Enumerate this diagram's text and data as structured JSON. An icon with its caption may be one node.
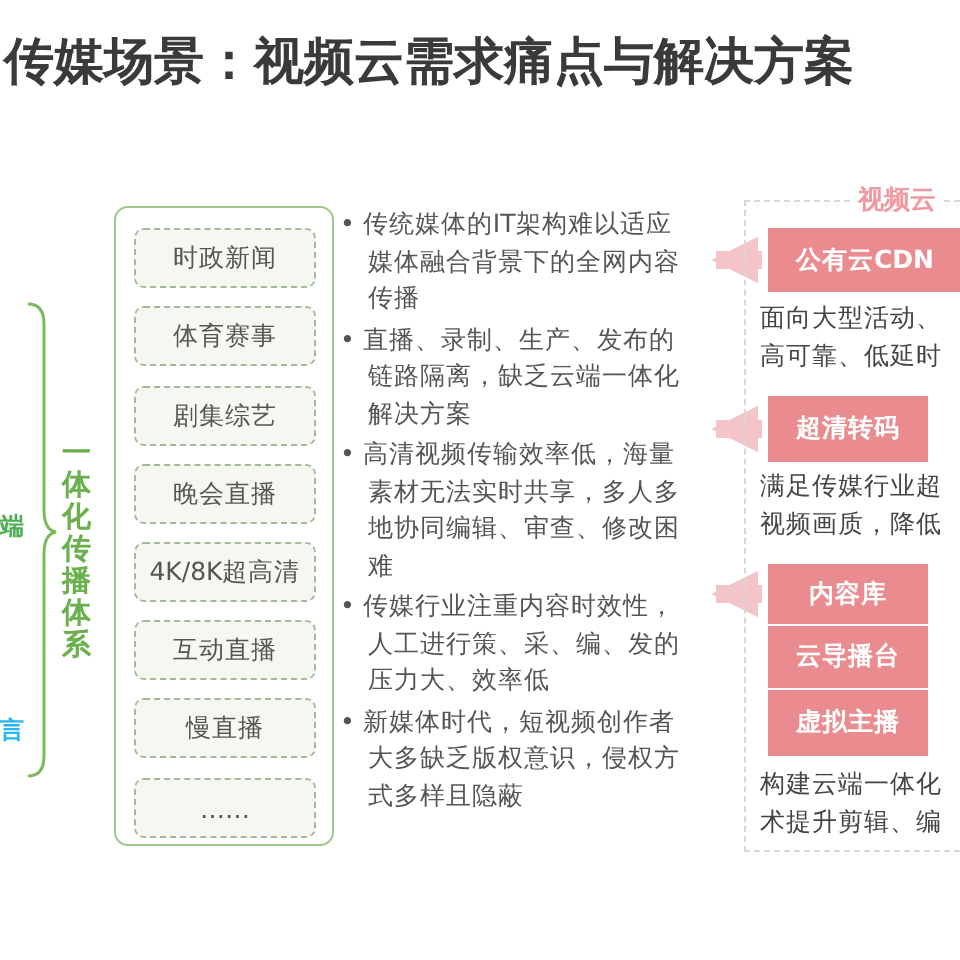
{
  "diagram": {
    "title": "传媒场景：视频云需求痛点与解决方案",
    "nodes": [
      {
        "text": [],
        "shape": "box"
      },
      {
        "text": [
          "时政新闻"
        ],
        "in": 0
      },
      {
        "text": [
          "体育赛事"
        ],
        "in": 0
      },
      {
        "text": [
          "剧集综艺"
        ],
        "in": 0
      },
      {
        "text": [
          "晚会直播"
        ],
        "in": 0
      },
      {
        "text": [
          "4K/8K超高清"
        ],
        "in": 0
      },
      {
        "text": [
          "互动直播"
        ],
        "in": 0
      },
      {
        "text": [
          "慢直播"
        ],
        "in": 0
      },
      {
        "text": [
          "……"
        ],
        "in": 0
      },
      {
        "text": [
          "• 传统媒体的IT架构难以适应媒体融合背景下的全网内容传播",
          "• 直播、录制、生产、发布的链路隔离，缺乏云端一体化解决方案",
          "• 高清视频传输效率低，海量素材无法实时共享，多人多地协同编辑、审查、修改困难",
          "• 传媒行业注重内容时效性，人工进行策、采、编、发的压力大、效率低",
          "• 新媒体时代，短视频创作者大多缺乏版权意识，侵权方式多样且隐蔽"
        ]
      },
      {
        "text": [
          "视频云"
        ]
      },
      {
        "text": [
          "公有云CDN"
        ],
        "in": 10,
        "beside": [
          "面向大型活动、高可靠、低延时"
        ]
      },
      {
        "text": [
          "超清转码"
        ],
        "in": 10,
        "beside": [
          "满足传媒行业超视频画质，降低"
        ]
      },
      {
        "text": [
          "内容库"
        ],
        "in": 10
      },
      {
        "text": [
          "云导播台"
        ],
        "in": 10
      },
      {
        "text": [
          "虚拟主播"
        ],
        "in": 10,
        "beside": [
          "构建云端一体化术提升剪辑、编"
        ]
      }
    ],
    "edges": [
      {
        "from": 11,
        "to": 9,
        "arrow": "to"
      },
      {
        "from": 12,
        "to": 9,
        "arrow": "to"
      },
      {
        "from": 13,
        "to": 9,
        "arrow": "to"
      }
    ],
    "labels": [
      "端",
      "一体化传播体系",
      "言"
    ]
  }
}
